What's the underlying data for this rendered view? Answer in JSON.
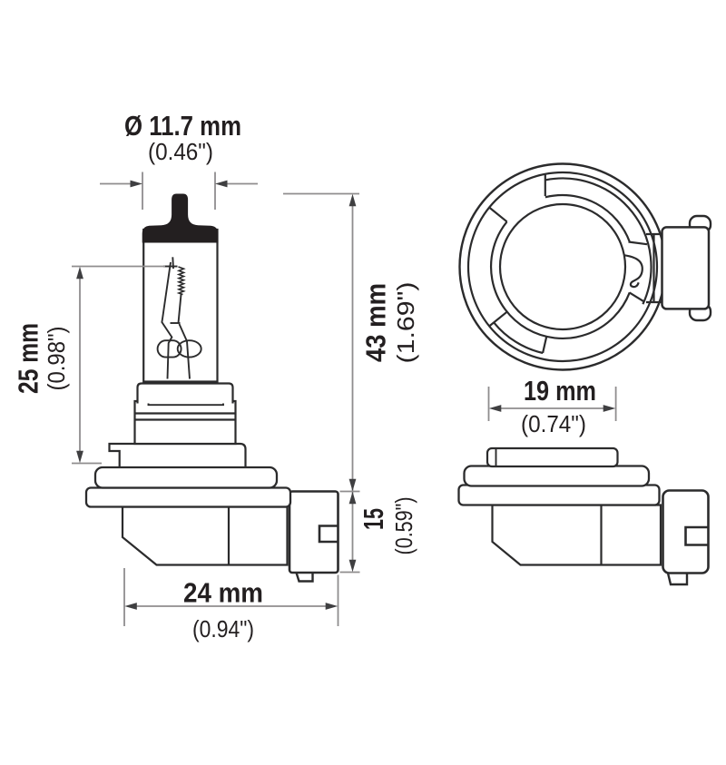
{
  "title": "H11 halogen bulb technical line drawing, side view and base front/side views with dimensions",
  "colors": {
    "background": "#ffffff",
    "part_line": "#2b2b2c",
    "black_tip": "#231f20",
    "dimension_line": "#8f8d8e",
    "arrow": "#3f3f41",
    "text": "#231f20"
  },
  "views": {
    "side_view": "bulb side view with glass capsule, filament, base and connector",
    "front_view": "base front view with keyed retaining ring and connector",
    "base_side_view": "base side view without glass capsule"
  },
  "dimensions": {
    "diameter": {
      "value": "Ø 11.7 mm",
      "inches": "(0.46\")"
    },
    "glass_length": {
      "value": "25 mm",
      "inches": "(0.98\")"
    },
    "overall_length": {
      "value": "43 mm",
      "inches": "(1.69\")"
    },
    "connector_height": {
      "value": "15",
      "inches": "(0.59\")"
    },
    "base_width": {
      "value": "24 mm",
      "inches": "(0.94\")"
    },
    "collar_width": {
      "value": "19 mm",
      "inches": "(0.74\")"
    }
  }
}
